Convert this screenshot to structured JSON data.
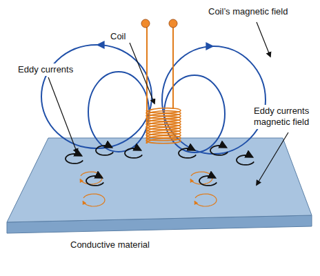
{
  "diagram": {
    "labels": [
      "Coil’s magnetic field",
      "Coil",
      "Eddy currents",
      "Eddy currents magnetic field",
      "Conductive material"
    ]
  }
}
